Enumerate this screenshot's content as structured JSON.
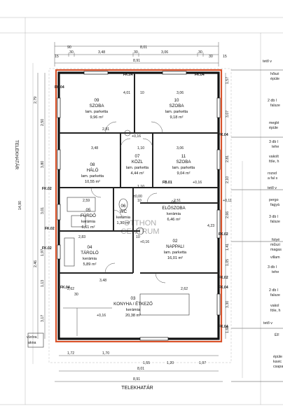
{
  "rooms": {
    "r09": {
      "num": "09",
      "name": "SZOBA",
      "floor": "lam. parketta",
      "area": "9,96 m²"
    },
    "r10": {
      "num": "10",
      "name": "SZOBA",
      "floor": "lam. parketta",
      "area": "9,18 m²"
    },
    "r08": {
      "num": "08",
      "name": "HÁLÓ",
      "floor": "lam. parketta",
      "area": "10,55 m²"
    },
    "r07": {
      "num": "07",
      "name": "KÖZL",
      "floor": "lam. parketta",
      "area": "4,44 m²"
    },
    "r11": {
      "num": "11",
      "name": "SZOBA",
      "floor": "lam. parketta",
      "area": "9,04 m²"
    },
    "r05": {
      "num": "05",
      "name": "FÜRDŐ",
      "floor": "kerámia",
      "area": "6,61 m²"
    },
    "r06": {
      "num": "06",
      "name": "WC",
      "floor": "kerámia",
      "area": "1,30 m²"
    },
    "r01": {
      "num": "01",
      "name": "ELŐSZOBA",
      "floor": "kerámia",
      "area": "6,46 m²"
    },
    "r04": {
      "num": "04",
      "name": "TÁROLÓ",
      "floor": "kerámia",
      "area": "5,89 m²"
    },
    "r02": {
      "num": "02",
      "name": "NAPPALI",
      "floor": "lam. parketta",
      "area": "16,01 m²"
    },
    "r03": {
      "num": "03",
      "name": "KONYHA / ÉTKEZŐ",
      "floor": "kerámia",
      "area": "20,38 m²"
    }
  },
  "labels": {
    "telekhatar_bottom": "TELEKHATÁR",
    "telekhatar_left": "TELEKHATÁR",
    "vizora1": "vízóra",
    "vizora2": "akna",
    "fb01": "FB.01",
    "levels": {
      "l1": "+0,16",
      "l2": "+0,16",
      "l3": "±0,00",
      "l4": "+0,16",
      "l5": "+0,16",
      "l6": "+0,11"
    },
    "fk": [
      "FK.04",
      "FK.04",
      "FK.04",
      "FK.04",
      "FK.02",
      "FK.02",
      "FK.02",
      "FK.02",
      "FK.04",
      "FK.04",
      "FK.02",
      "FK.04"
    ]
  },
  "dims": {
    "top1": [
      "90",
      "30",
      "3,48",
      "30",
      "3,06",
      "30",
      "8,01"
    ],
    "top2": "8,91",
    "top3": [
      "15",
      "30",
      "15"
    ],
    "row_a": [
      "4,01",
      "10",
      "3,06"
    ],
    "row_b": [
      "2,81",
      "1,10"
    ],
    "row_c": [
      "3,48",
      "1,10",
      "3,06"
    ],
    "row_d": [
      "2,59",
      "10",
      "2,51"
    ],
    "row_e": [
      "2,83",
      "10",
      "4,23"
    ],
    "row_f": [
      "2,62",
      "2,62"
    ],
    "row_g": [
      "3,48",
      "30"
    ],
    "bottom1": [
      "1,72",
      "1,70",
      "1,55",
      "1,20",
      "1,97"
    ],
    "bottom2": [
      "8,01",
      "8,91"
    ],
    "left": [
      "2,79",
      "2,50",
      "3,80",
      "3,01",
      "1,97",
      "2,46",
      "1,13",
      "3,17",
      "14,90"
    ],
    "right": [
      "1,57",
      "3,07",
      "2,81",
      "2,10",
      "2,66",
      "1,41",
      "1,05",
      "3,30",
      "1,68"
    ]
  },
  "notes": [
    "tető v",
    "hőszi",
    "épüle",
    "2 db l",
    "falsze",
    "meglé",
    "épüle",
    "3 db l",
    "tehe",
    "vakolt",
    "fóle, h",
    "rozsd",
    "a fal s",
    "tető v",
    "pergo",
    "fagyá",
    "3 db l",
    "falsze",
    "folyé",
    "műszi",
    "magas",
    "villam",
    "3 db l",
    "tehe",
    "2 db l",
    "falsze",
    "vakol",
    "fóle, h",
    "tető v",
    "ÉF",
    "épüle",
    "kavic",
    "csapa"
  ],
  "watermark": {
    "line1": "OTTHON",
    "line2": "CENTRUM"
  }
}
